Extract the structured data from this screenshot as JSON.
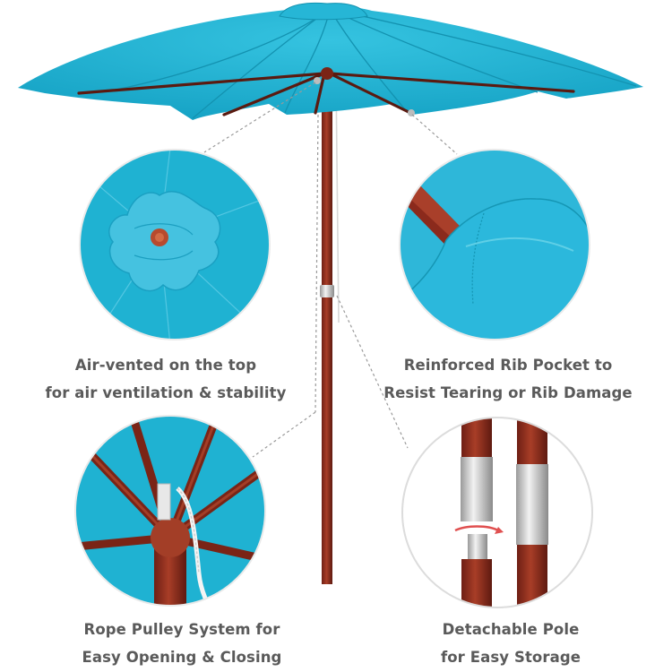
{
  "colors": {
    "canopy": "#1fb2d2",
    "canopy_shade": "#1596b4",
    "canopy_light": "#5fcfe6",
    "wood": "#8b2a1c",
    "wood_light": "#b0452e",
    "metal": "#c9c9c9",
    "caption_text": "#5a5a5a",
    "leader_line": "#9a9a9a"
  },
  "features": [
    {
      "id": "vent",
      "line1": "Air-vented on the top",
      "line2": "for air ventilation & stability"
    },
    {
      "id": "rib-pocket",
      "line1": "Reinforced Rib Pocket to",
      "line2": "Resist Tearing or Rib Damage"
    },
    {
      "id": "pulley",
      "line1": "Rope Pulley System for",
      "line2": "Easy Opening & Closing"
    },
    {
      "id": "pole",
      "line1": "Detachable Pole",
      "line2": "for Easy Storage"
    }
  ]
}
